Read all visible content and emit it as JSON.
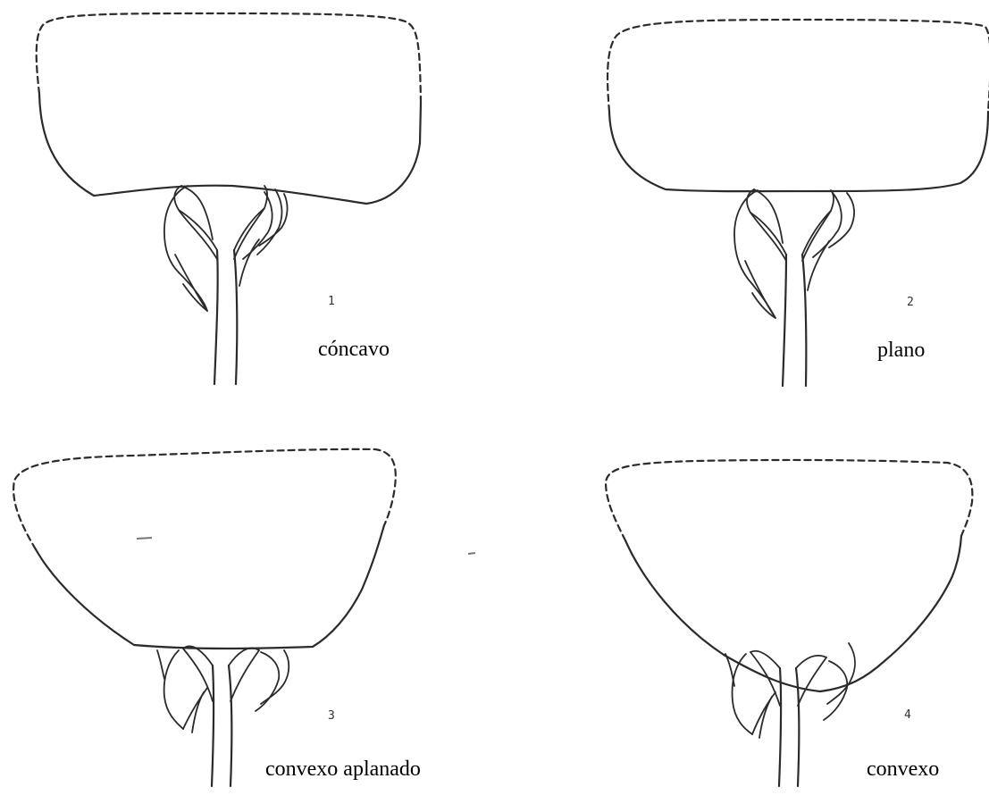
{
  "panels": [
    {
      "number": "1",
      "caption": "cóncavo"
    },
    {
      "number": "2",
      "caption": "plano"
    },
    {
      "number": "3",
      "caption": "convexo aplanado"
    },
    {
      "number": "4",
      "caption": "convexo"
    }
  ]
}
